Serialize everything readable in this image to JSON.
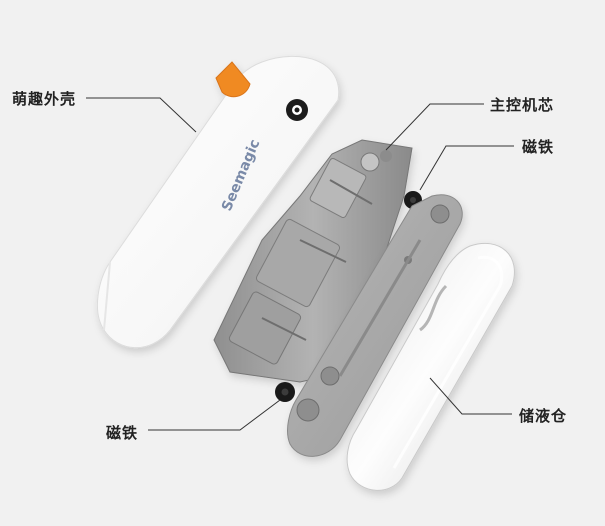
{
  "labels": {
    "shell": "萌趣外壳",
    "main_board": "主控机芯",
    "magnet_top": "磁铁",
    "magnet_bottom": "磁铁",
    "tank": "储液仓"
  },
  "brand_text": "Seemagic",
  "colors": {
    "background": "#f1f1f1",
    "shell": "#fbfbfb",
    "beak": "#f08a24",
    "core_gray": "#9a9a9a",
    "leader_line": "#333333"
  }
}
